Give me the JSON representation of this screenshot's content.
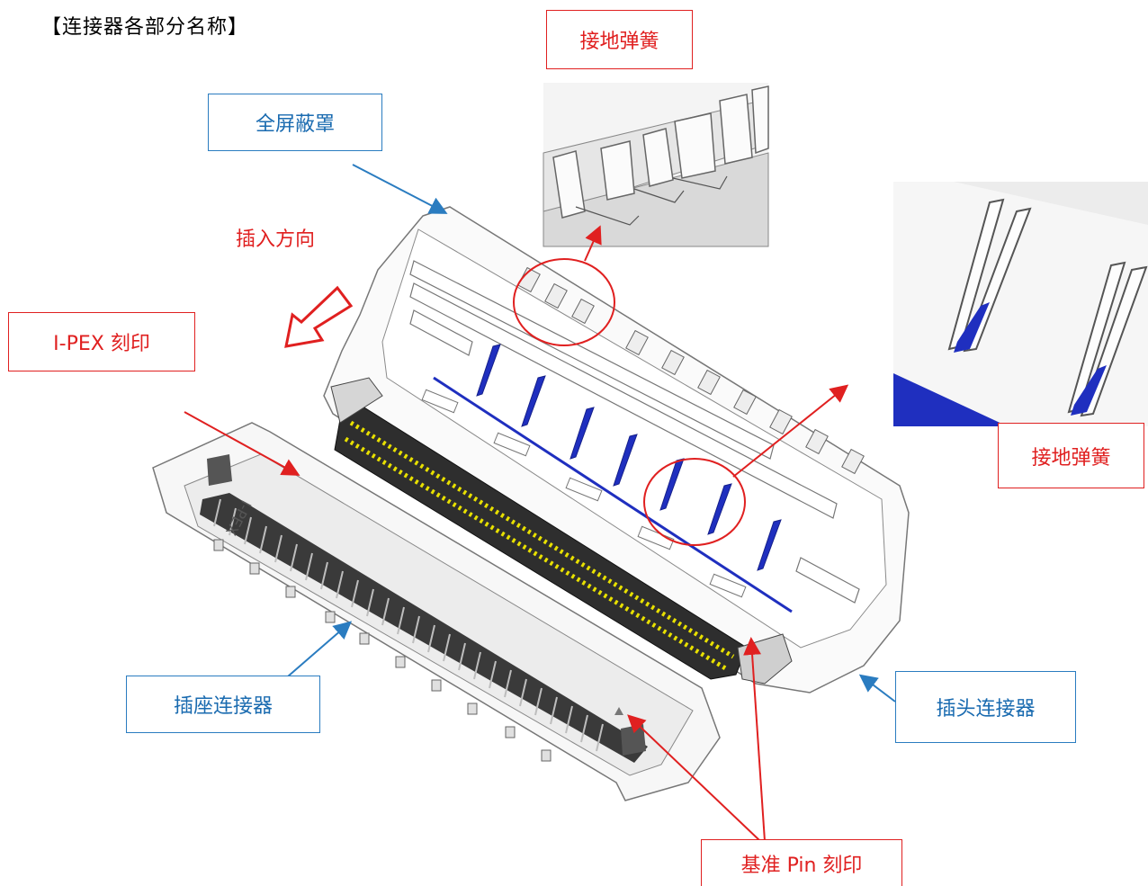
{
  "title": "【连接器各部分名称】",
  "labels": {
    "ground_spring_top": "接地弹簧",
    "full_shield": "全屏蔽罩",
    "insert_direction": "插入方向",
    "ipex_mark": "I-PEX 刻印",
    "ground_spring_right": "接地弹簧",
    "receptacle": "插座连接器",
    "plug": "插头连接器",
    "pin1_mark": "基准 Pin 刻印"
  },
  "engraving_text": "I-PEX",
  "colors": {
    "callout_red": "#e02020",
    "callout_blue": "#2a7cc0",
    "contact_yellow": "#e8e000",
    "spring_blue": "#1f2fbf"
  }
}
